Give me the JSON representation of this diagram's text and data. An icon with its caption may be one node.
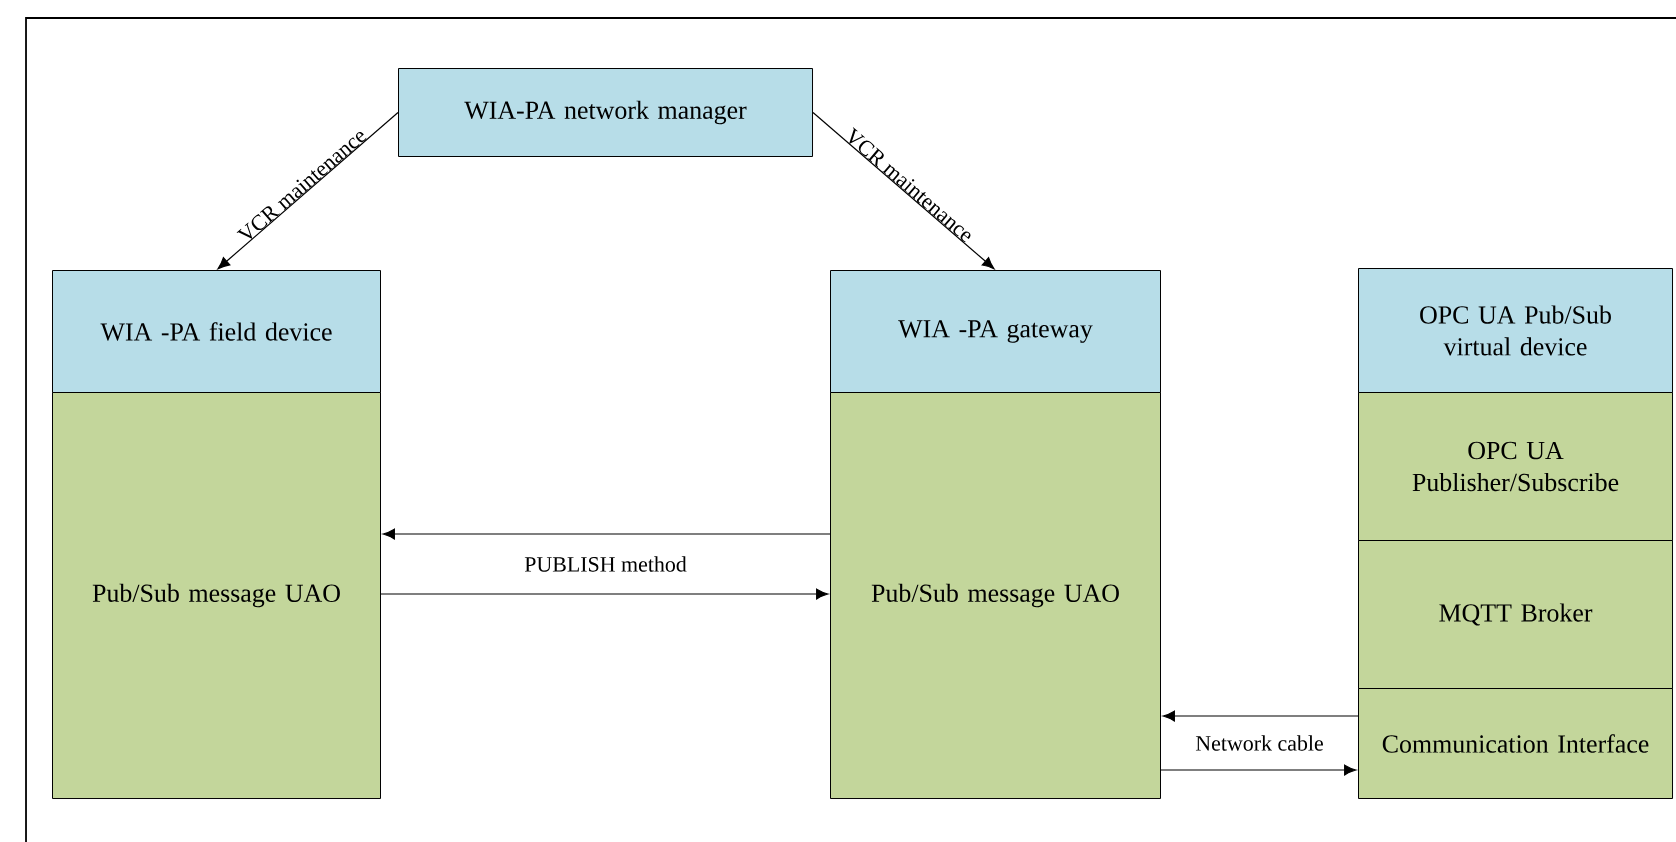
{
  "diagram": {
    "nodes": [
      {
        "text": [
          "WIA-PA network manager"
        ]
      },
      {
        "text": [
          "WIA -PA field device"
        ]
      },
      {
        "text": [
          "Pub/Sub message UAO"
        ]
      },
      {
        "text": [
          "WIA -PA gateway"
        ]
      },
      {
        "text": [
          "Pub/Sub message UAO"
        ]
      },
      {
        "text": [
          "OPC UA Pub/Sub virtual device"
        ]
      },
      {
        "text": [
          "OPC UA Publisher/Subscribe"
        ]
      },
      {
        "text": [
          "MQTT Broker"
        ]
      },
      {
        "text": [
          "Communication Interface"
        ]
      }
    ],
    "edges": [
      {
        "from": 0,
        "to": 1,
        "arrow": "to",
        "label": "VCR maintenance"
      },
      {
        "from": 0,
        "to": 3,
        "arrow": "to",
        "label": "VCR maintenance"
      },
      {
        "from": 4,
        "to": 2,
        "arrow": "to"
      },
      {
        "from": 2,
        "to": 4,
        "arrow": "to",
        "label": "PUBLISH method"
      },
      {
        "from": 8,
        "to": 4,
        "arrow": "to"
      },
      {
        "from": 4,
        "to": 8,
        "arrow": "to",
        "label": "Network cable"
      }
    ]
  }
}
